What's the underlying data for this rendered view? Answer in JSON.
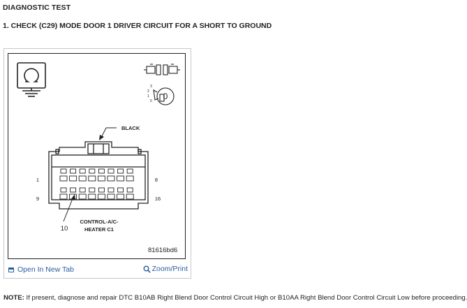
{
  "heading": "DIAGNOSTIC TEST",
  "step_title": "1. CHECK (C29) MODE DOOR 1 DRIVER CIRCUIT FOR A SHORT TO GROUND",
  "figure": {
    "callout_black": "BLACK",
    "pin_1": "1",
    "pin_8": "8",
    "pin_9": "9",
    "pin_16": "16",
    "pin_10": "10",
    "connector_label_line1": "CONTROL-A/C-",
    "connector_label_line2": "HEATER C1",
    "figure_id": "81616bd6",
    "meter_scale_3": "3",
    "meter_scale_2": "2",
    "meter_scale_1": "1",
    "meter_scale_0": "0",
    "meter_reading": "0",
    "icons": [
      "ohmmeter-icon",
      "connector-disconnected-icon",
      "ignition-off-icon"
    ]
  },
  "actions": {
    "open_new_tab": "Open In New Tab",
    "zoom_print": "Zoom/Print"
  },
  "note": {
    "label": "NOTE:",
    "text": " If present, diagnose and repair DTC B10AB Right Blend Door Control Circuit High or B10AA Right Blend Door Control Circuit Low before proceeding."
  },
  "colors": {
    "link": "#2a5d9f",
    "line": "#222222",
    "frame": "#c8c8c8"
  }
}
